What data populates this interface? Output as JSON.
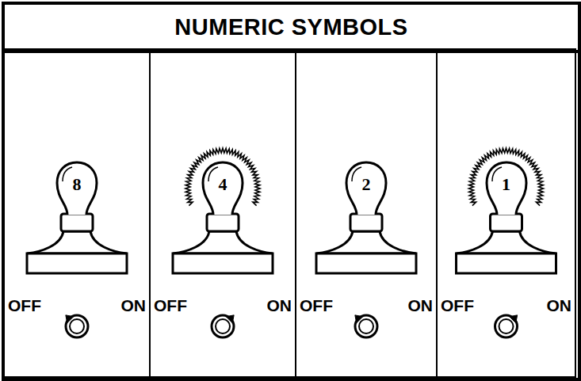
{
  "diagram": {
    "title": "NUMERIC SYMBOLS",
    "nodes": [
      {
        "text": [
          "OFF",
          "ON"
        ]
      },
      {
        "text": [
          "8"
        ],
        "in": 0
      },
      {
        "text": [
          "OFF",
          "ON"
        ]
      },
      {
        "text": [
          "4"
        ],
        "in": 2
      },
      {
        "text": [
          "OFF",
          "ON"
        ]
      },
      {
        "text": [
          "2"
        ],
        "in": 4
      },
      {
        "text": [
          "OFF",
          "ON"
        ]
      },
      {
        "text": [
          "1"
        ],
        "in": 6
      }
    ]
  }
}
